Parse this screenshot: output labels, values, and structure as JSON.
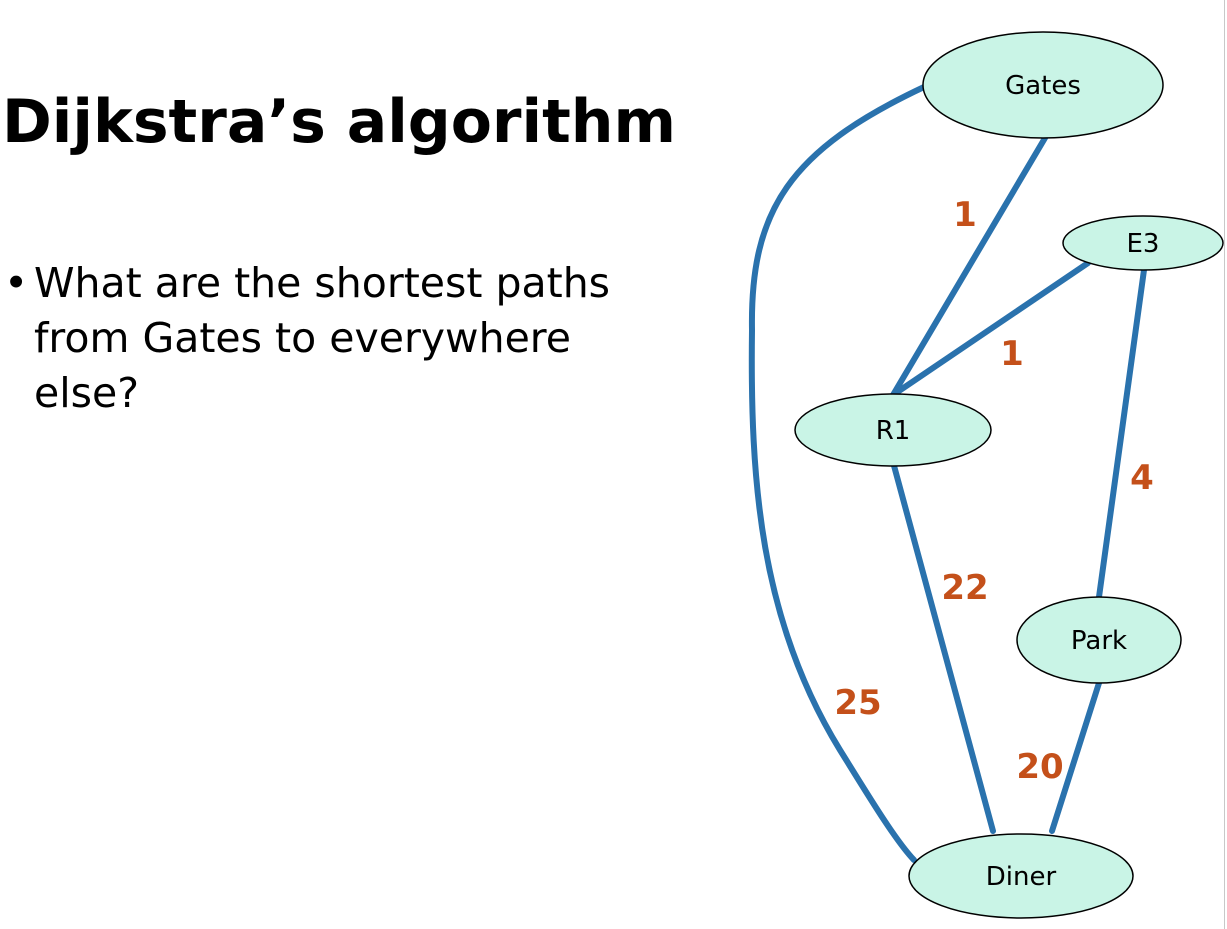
{
  "slide": {
    "title": "Dijkstra’s algorithm",
    "bullet_symbol": "•",
    "bullets": [
      "What are the shortest paths from Gates to everywhere else?"
    ]
  },
  "graph": {
    "colors": {
      "edge": "#2a72ad",
      "node_fill": "#c9f4e6",
      "node_stroke": "#000000",
      "weight": "#c4501a"
    },
    "nodes": {
      "gates": "Gates",
      "e3": "E3",
      "r1": "R1",
      "park": "Park",
      "diner": "Diner"
    },
    "edges": [
      {
        "from": "Gates",
        "to": "R1",
        "weight": "1"
      },
      {
        "from": "E3",
        "to": "R1",
        "weight": "1"
      },
      {
        "from": "E3",
        "to": "Park",
        "weight": "4"
      },
      {
        "from": "R1",
        "to": "Diner",
        "weight": "22"
      },
      {
        "from": "Gates",
        "to": "Diner",
        "weight": "25"
      },
      {
        "from": "Park",
        "to": "Diner",
        "weight": "20"
      }
    ]
  }
}
